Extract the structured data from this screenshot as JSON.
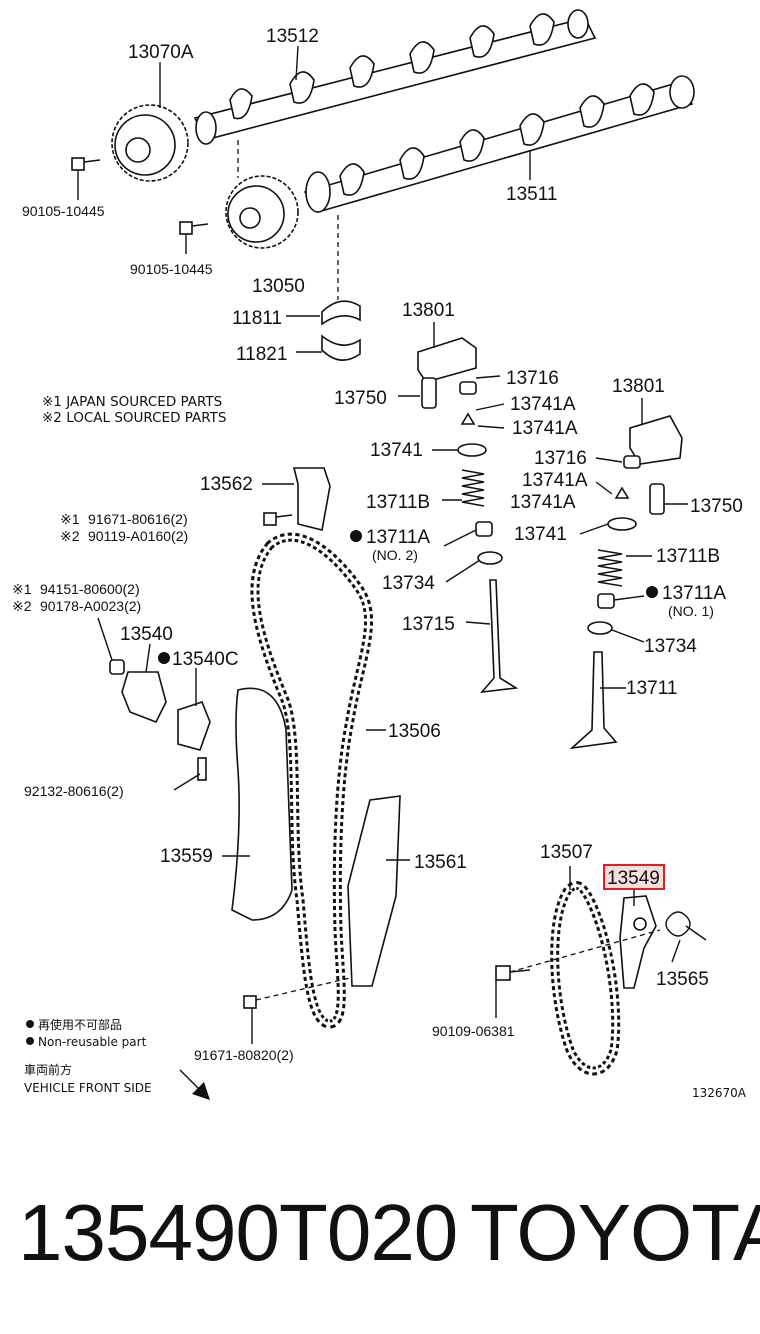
{
  "diagram": {
    "labels": {
      "l13070A": "13070A",
      "l13512": "13512",
      "l13511": "13511",
      "l90105a": "90105-10445",
      "l90105b": "90105-10445",
      "l13050": "13050",
      "l11811": "11811",
      "l11821": "11821",
      "l13801a": "13801",
      "l13801b": "13801",
      "l13750a": "13750",
      "l13750b": "13750",
      "l13716a": "13716",
      "l13716b": "13716",
      "l13741A1": "13741A",
      "l13741A2": "13741A",
      "l13741A3": "13741A",
      "l13741A4": "13741A",
      "l13741a": "13741",
      "l13741b": "13741",
      "l13711B1": "13711B",
      "l13711B2": "13711B",
      "l13711A1": "13711A",
      "l13711A2": "13711A",
      "no2": "(NO. 2)",
      "no1": "(NO. 1)",
      "l13734a": "13734",
      "l13734b": "13734",
      "l13715": "13715",
      "l13711": "13711",
      "l13562": "13562",
      "l13540": "13540",
      "l13540C": "13540C",
      "l13506": "13506",
      "l13559": "13559",
      "l13561": "13561",
      "l13507": "13507",
      "l13549": "13549",
      "l13565": "13565",
      "l90109": "90109-06381",
      "l92132": "92132-80616(2)",
      "l91671b": "91671-80820(2)",
      "l91671a": "91671-80616(2)",
      "l90119": "90119-A0160(2)",
      "l94151": "94151-80600(2)",
      "l90178": "90178-A0023(2)",
      "mark1a": "※1",
      "mark2a": "※2",
      "mark1b": "※1",
      "mark2b": "※2"
    },
    "notes": {
      "sourced1": "※1 JAPAN SOURCED PARTS",
      "sourced2": "※2 LOCAL SOURCED PARTS",
      "nonreuse_jp": "再使用不可部品",
      "nonreuse_en": "Non-reusable part",
      "front_jp": "車両前方",
      "front_en": "VEHICLE FRONT SIDE",
      "illus_no": "132670A"
    },
    "highlight_color": "#e02020"
  },
  "footer": {
    "part_number": "135490T020",
    "brand": "TOYOTA"
  }
}
